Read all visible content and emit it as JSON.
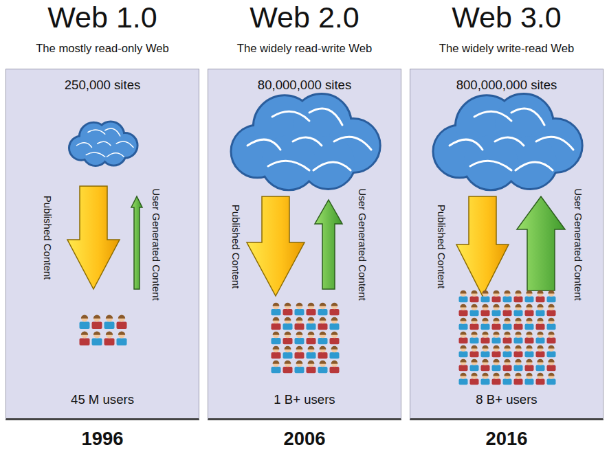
{
  "diagram": {
    "nodes": [
      {
        "text": [
          "Web 1.0",
          "The mostly read-only Web",
          "250,000 sites",
          "Published Content",
          "User Generated Content",
          "45 M users",
          "1996"
        ]
      },
      {
        "text": [
          "Web 2.0",
          "The widely read-write Web",
          "80,000,000 sites",
          "Published Content",
          "User Generated Content",
          "1 B+ users",
          "2006"
        ]
      },
      {
        "text": [
          "Web 3.0",
          "The widely write-read Web",
          "800,000,000 sites",
          "Published Content",
          "User Generated Content",
          "8 B+ users",
          "2016"
        ]
      }
    ]
  }
}
